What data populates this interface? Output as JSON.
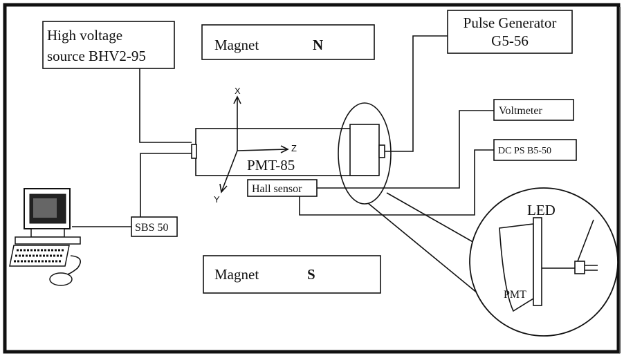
{
  "blocks": {
    "high_voltage": [
      "High voltage",
      "source BHV2-95"
    ],
    "magnet_n": {
      "label": "Magnet",
      "pole": "N"
    },
    "magnet_s": {
      "label": "Magnet",
      "pole": "S"
    },
    "pulse_generator": [
      "Pulse Generator",
      "G5-56"
    ],
    "voltmeter": "Voltmeter",
    "dc_ps": "DC PS B5-50",
    "pmt": "PMT-85",
    "hall_sensor": "Hall sensor",
    "sbs": "SBS 50"
  },
  "axes": {
    "x": "X",
    "y": "Y",
    "z": "Z"
  },
  "detail": {
    "led": "LED",
    "pmt": "PMT"
  }
}
